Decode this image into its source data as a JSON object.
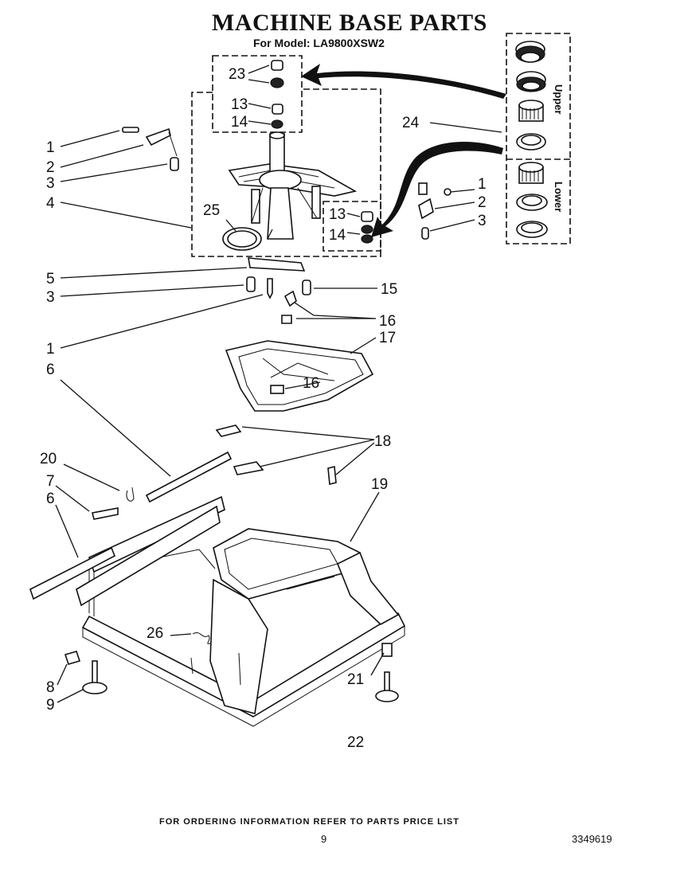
{
  "header": {
    "title": "MACHINE BASE PARTS",
    "model_line": "For Model: LA9800XSW2"
  },
  "callouts": {
    "c1a": "1",
    "c2a": "2",
    "c3a": "3",
    "c4": "4",
    "c5": "5",
    "c3b": "3",
    "c1b": "1",
    "c6a": "6",
    "c20": "20",
    "c7": "7",
    "c6b": "6",
    "c26": "26",
    "c8": "8",
    "c9": "9",
    "c23": "23",
    "c13a": "13",
    "c14a": "14",
    "c25": "25",
    "c13b": "13",
    "c14b": "14",
    "c1c": "1",
    "c2c": "2",
    "c3c": "3",
    "c15": "15",
    "c16a": "16",
    "c17": "17",
    "c16b": "16",
    "c18": "18",
    "c19": "19",
    "c21": "21",
    "c22": "22",
    "c24": "24"
  },
  "bearing_panel": {
    "upper_label": "Upper",
    "lower_label": "Lower"
  },
  "footer": {
    "ordering_note": "FOR ORDERING INFORMATION REFER TO PARTS PRICE LIST",
    "page_number": "9",
    "document_number": "3349619"
  }
}
